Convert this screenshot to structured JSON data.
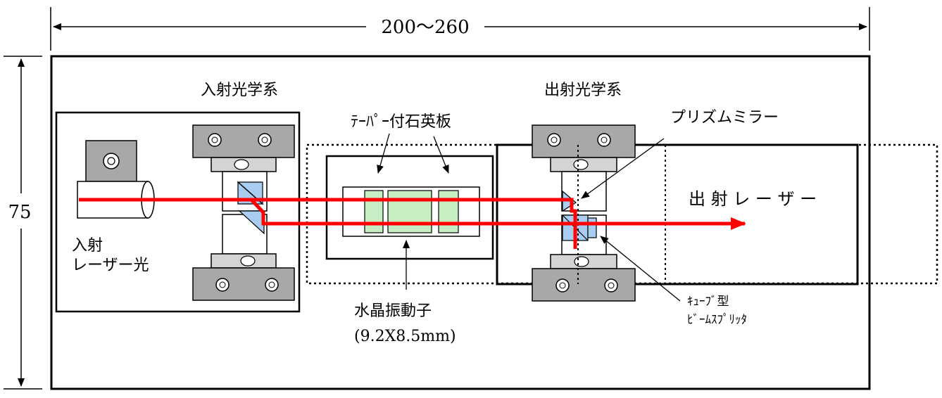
{
  "dimensions": {
    "width_label": "200〜260",
    "height_label": "75"
  },
  "labels": {
    "input_optics": "入射光学系",
    "output_optics": "出射光学系",
    "tapered_quartz": "ﾃｰﾊﾟｰ付石英板",
    "prism_mirror": "プリズムミラー",
    "output_laser": "出 射 レ ー ザ ー",
    "input_laser_line1": "入射",
    "input_laser_line2": "レーザー光",
    "crystal_line1": "水晶振動子",
    "crystal_line2": "(9.2X8.5mm)",
    "beam_splitter_line1": "ｷｭｰﾌﾞ型",
    "beam_splitter_line2": "ﾋﾞｰﾑｽﾌﾟﾘｯﾀ"
  },
  "colors": {
    "laser": "#ff0000",
    "cube": "#a9cdf0",
    "quartz": "#c6eec2",
    "clamp": "#a8a8a8",
    "mount": "#d4d4d4"
  }
}
